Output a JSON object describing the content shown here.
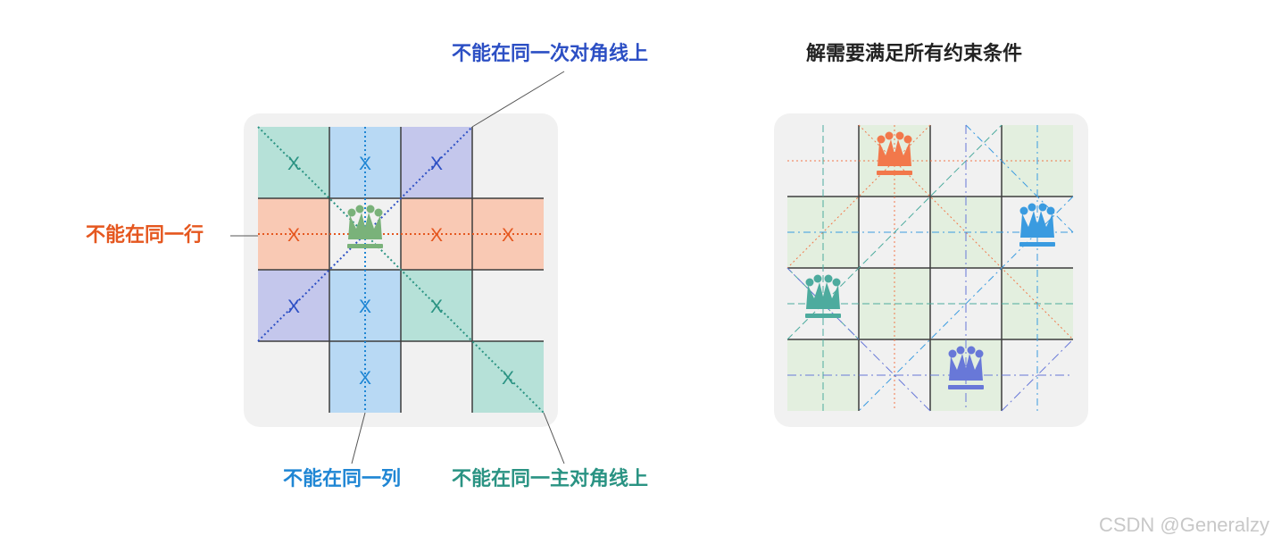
{
  "left_panel": {
    "labels": {
      "anti_diagonal": "不能在同一次对角线上",
      "row": "不能在同一行",
      "column": "不能在同一列",
      "main_diagonal": "不能在同一主对角线上"
    },
    "cell_mark": "X",
    "queen_icon": "queen-icon"
  },
  "right_panel": {
    "title": "解需要满足所有约束条件",
    "queen_icon": "queen-icon"
  },
  "colors": {
    "row": "#e5571f",
    "column": "#1f86d4",
    "anti_diagonal": "#2c4fc4",
    "main_diagonal": "#2a9383",
    "title": "#222222",
    "queen_green": "#7ab27a",
    "queen_orange": "#f2784b",
    "queen_blue": "#3a9be0",
    "queen_teal": "#4dab9e",
    "queen_indigo": "#6878d8"
  },
  "watermark": "CSDN @Generalzy"
}
